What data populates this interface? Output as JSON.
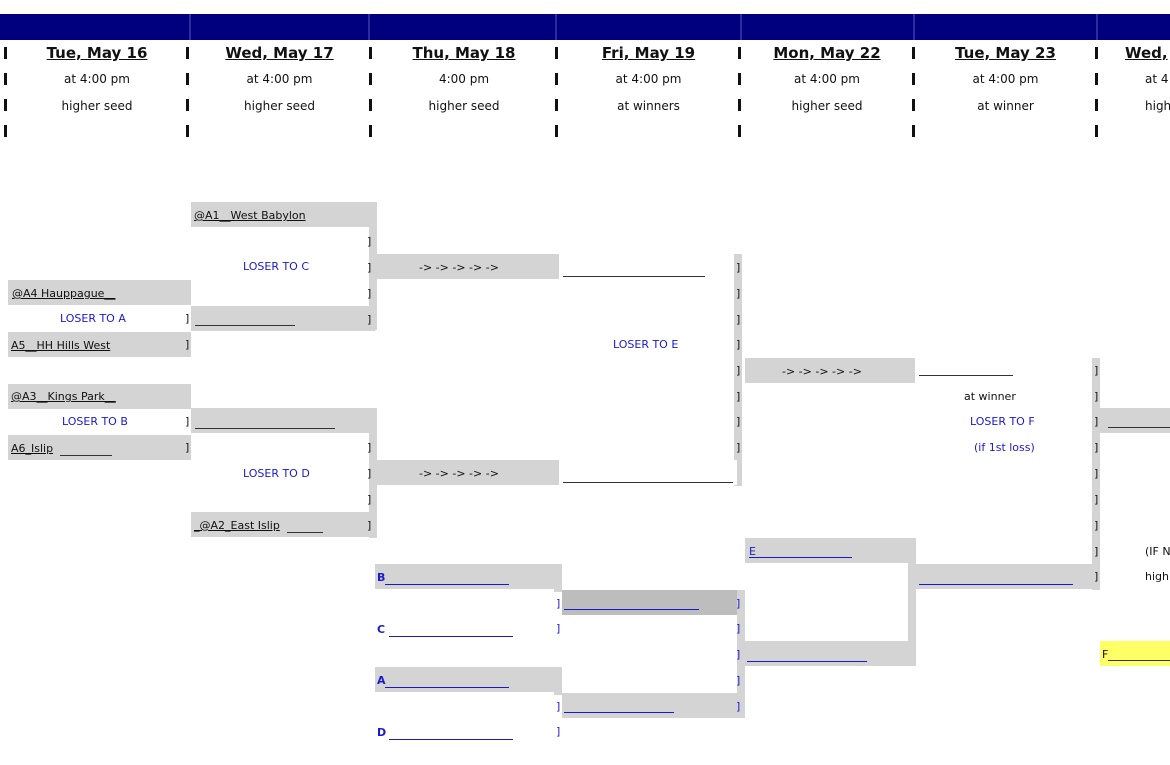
{
  "headers": [
    {
      "day": "Tue, May 16",
      "time": "at 4:00 pm",
      "location": "higher seed"
    },
    {
      "day": "Wed, May 17",
      "time": "at 4:00 pm",
      "location": "higher seed"
    },
    {
      "day": "Thu, May 18",
      "time": "4:00 pm",
      "location": "higher seed"
    },
    {
      "day": "Fri, May 19",
      "time": "at 4:00 pm",
      "location": "at winners"
    },
    {
      "day": "Mon, May 22",
      "time": "at 4:00 pm",
      "location": "higher seed"
    },
    {
      "day": "Tue, May 23",
      "time": "at 4:00 pm",
      "location": "at winner"
    },
    {
      "day": "Wed,",
      "time": "at 4",
      "location": "high"
    }
  ],
  "teams": {
    "a1": "@A1__West Babylon",
    "a4": "@A4 Hauppague__",
    "a5": "A5__HH Hills West",
    "a3": "@A3__Kings Park__",
    "a6": "A6_Islip",
    "a2": "_@A2_East Islip"
  },
  "notes": {
    "loser_a": "LOSER TO A",
    "loser_b": "LOSER TO B",
    "loser_c": "LOSER TO C",
    "loser_d": "LOSER TO D",
    "loser_e": "LOSER TO E",
    "loser_f": "LOSER TO F",
    "if_first_loss": "(if 1st loss)",
    "at_winner": "at winner",
    "arrows": "-> -> -> -> ->",
    "if_n": "(IF N",
    "high": "high"
  },
  "slots": {
    "b": "B",
    "c": "C",
    "a": "A",
    "d": "D",
    "e": "E",
    "f": "F"
  },
  "bracket_char": "]"
}
